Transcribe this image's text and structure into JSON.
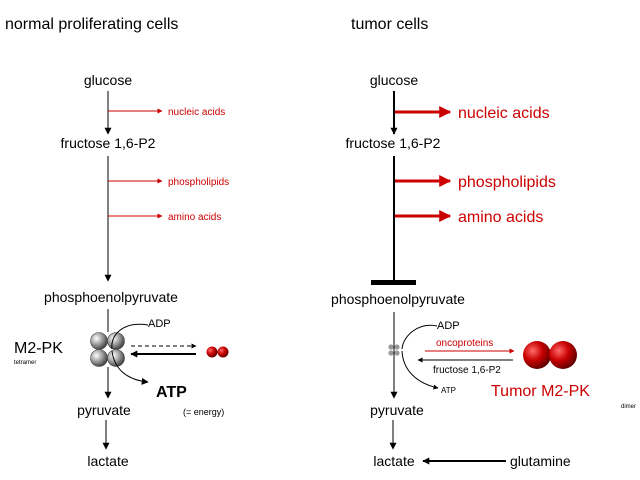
{
  "colors": {
    "black": "#000000",
    "red": "#cc0000",
    "dark_red": "#b00000",
    "gray": "#888888"
  },
  "normal": {
    "heading": "normal proliferating cells",
    "glucose": "glucose",
    "f16p2": "fructose 1,6-P2",
    "nucleic_acids": "nucleic acids",
    "phospholipids": "phospholipids",
    "amino_acids": "amino acids",
    "pep": "phosphoenolpyruvate",
    "m2pk": "M2-PK",
    "tetramer": "tetramer",
    "adp": "ADP",
    "atp": "ATP",
    "energy": "(= energy)",
    "pyruvate": "pyruvate",
    "lactate": "lactate"
  },
  "tumor": {
    "heading": "tumor cells",
    "glucose": "glucose",
    "f16p2": "fructose 1,6-P2",
    "nucleic_acids": "nucleic acids",
    "phospholipids": "phospholipids",
    "amino_acids": "amino acids",
    "pep": "phosphoenolpyruvate",
    "adp": "ADP",
    "oncoproteins": "oncoproteins",
    "f16p2_small": "fructose 1,6-P2",
    "atp": "ATP",
    "tumor_m2pk": "Tumor M2-PK",
    "dimer": "dimer",
    "pyruvate": "pyruvate",
    "lactate": "lactate",
    "glutamine": "glutamine"
  }
}
